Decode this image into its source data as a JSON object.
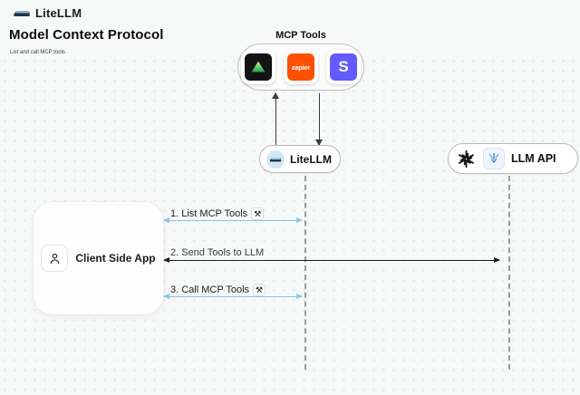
{
  "header": {
    "brand": "LiteLLM",
    "title": "Model Context Protocol",
    "subtitle": "List and call MCP tools"
  },
  "mcp_tools": {
    "label": "MCP Tools",
    "icons": [
      {
        "name": "green-triangle-tool-icon",
        "bg": "#141414"
      },
      {
        "name": "zapier-icon",
        "bg": "#FF4F00",
        "text": "zapier"
      },
      {
        "name": "stripe-icon",
        "bg": "#635BFF",
        "text": "S"
      }
    ]
  },
  "nodes": {
    "litellm": {
      "label": "LiteLLM"
    },
    "llm_api": {
      "label": "LLM API"
    },
    "client": {
      "label": "Client Side App"
    }
  },
  "flows": [
    {
      "step": "1",
      "label": "1. List MCP Tools",
      "has_tool_icon": true,
      "color": "#85C7E8"
    },
    {
      "step": "2",
      "label": "2. Send Tools to LLM",
      "has_tool_icon": false,
      "color": "#1F1F1F"
    },
    {
      "step": "3",
      "label": "3. Call MCP Tools",
      "has_tool_icon": true,
      "color": "#85C7E8"
    }
  ],
  "glyphs": {
    "tool_chip": "⚒"
  },
  "colors": {
    "background": "#F7F8F8",
    "accent_blue_arrow": "#85C7E8",
    "black_arrow": "#1F1F1F",
    "zapier_orange": "#FF4F00",
    "stripe_purple": "#635BFF",
    "litellm_icon_bg": "#CFE8F4",
    "lifeline_gray": "#9A9A9A"
  }
}
